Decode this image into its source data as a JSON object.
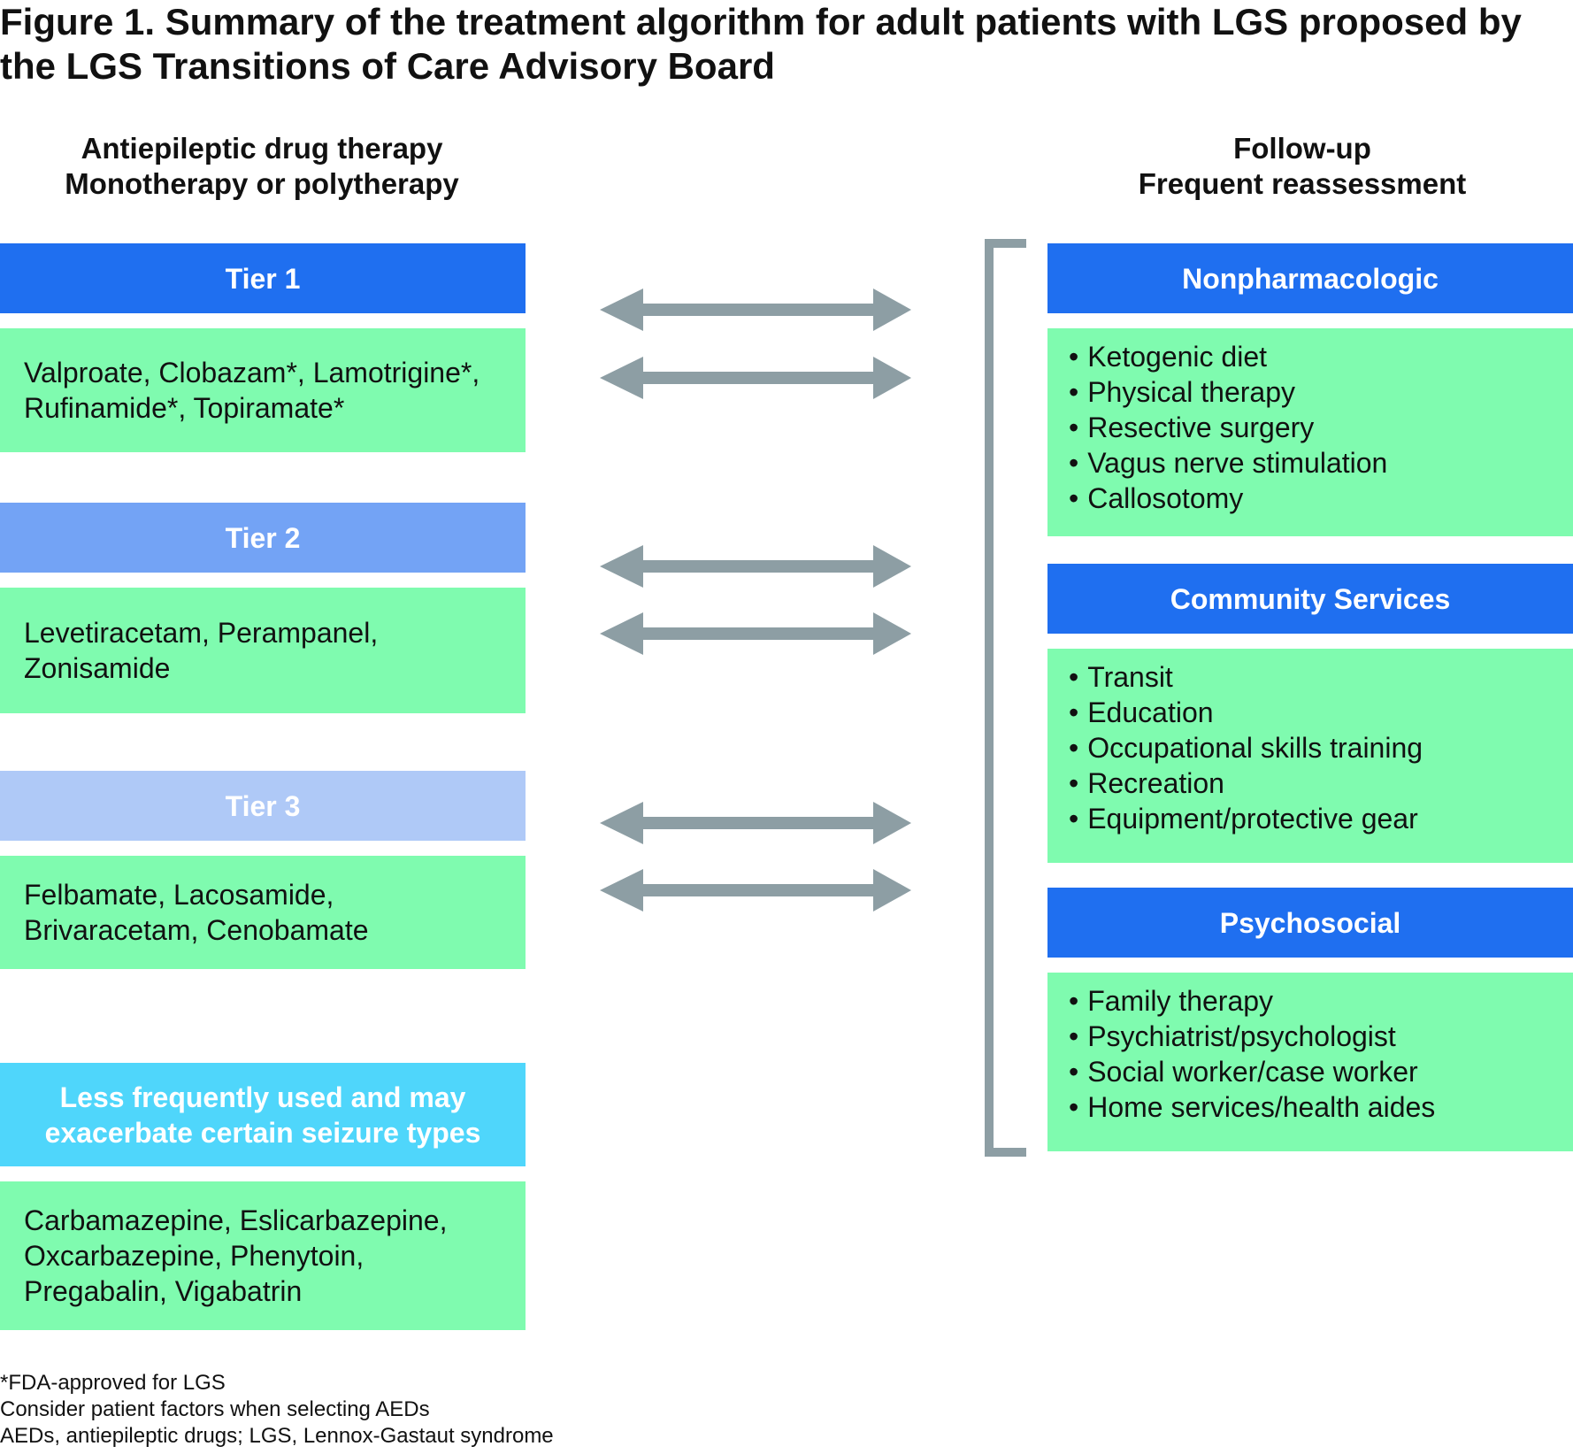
{
  "title": {
    "line1": "Figure 1. Summary of the treatment algorithm for adult patients with LGS proposed by",
    "line2": "the LGS Transitions of Care Advisory Board"
  },
  "left_header": {
    "line1": "Antiepileptic drug therapy",
    "line2": "Monotherapy or polytherapy"
  },
  "right_header": {
    "line1": "Follow-up",
    "line2": "Frequent reassessment"
  },
  "tiers": [
    {
      "label": "Tier 1",
      "drugs": [
        "Valproate, Clobazam*, Lamotrigine*,",
        "Rufinamide*, Topiramate*"
      ]
    },
    {
      "label": "Tier 2",
      "drugs": [
        "Levetiracetam, Perampanel,",
        "Zonisamide"
      ]
    },
    {
      "label": "Tier 3",
      "drugs": [
        "Felbamate, Lacosamide,",
        "Brivaracetam, Cenobamate"
      ]
    },
    {
      "label_lines": [
        "Less frequently used and may",
        "exacerbate certain seizure types"
      ],
      "drugs": [
        "Carbamazepine, Eslicarbazepine,",
        "Oxcarbazepine, Phenytoin,",
        "Pregabalin, Vigabatrin"
      ]
    }
  ],
  "followup": [
    {
      "label": "Nonpharmacologic",
      "items": [
        "Ketogenic diet",
        "Physical therapy",
        "Resective surgery",
        "Vagus nerve stimulation",
        "Callosotomy"
      ]
    },
    {
      "label": "Community Services",
      "items": [
        "Transit",
        "Education",
        "Occupational skills training",
        "Recreation",
        "Equipment/protective gear"
      ]
    },
    {
      "label": "Psychosocial",
      "items": [
        "Family therapy",
        "Psychiatrist/psychologist",
        "Social worker/case worker",
        "Home services/health aides"
      ]
    }
  ],
  "footnotes": [
    "*FDA-approved for LGS",
    "Consider patient factors when selecting AEDs",
    "AEDs, antiepileptic drugs; LGS, Lennox-Gastaut syndrome"
  ],
  "colors": {
    "tier1_header": "#1f6ff0",
    "tier2_header": "#73a3f5",
    "tier3_header": "#afc9f7",
    "less_frequent_header": "#4fd6fb",
    "content_box": "#7ffbaf",
    "arrows_and_bracket": "#8d9ea4"
  }
}
